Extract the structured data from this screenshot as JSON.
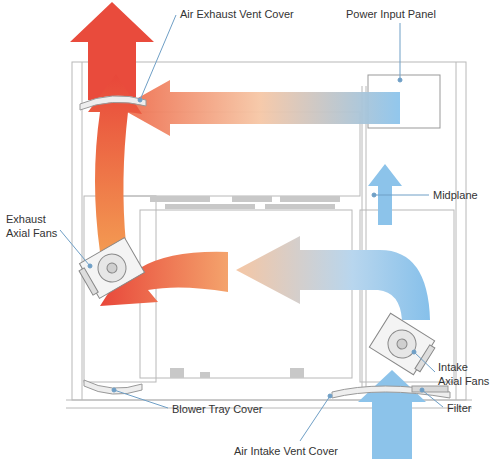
{
  "diagram": {
    "labels": [
      "Air Exhaust Vent Cover",
      "Power Input Panel",
      "Midplane",
      "Exhaust Axial Fans",
      "Intake Axial Fans",
      "Filter",
      "Blower Tray Cover",
      "Air Intake Vent Cover"
    ]
  }
}
